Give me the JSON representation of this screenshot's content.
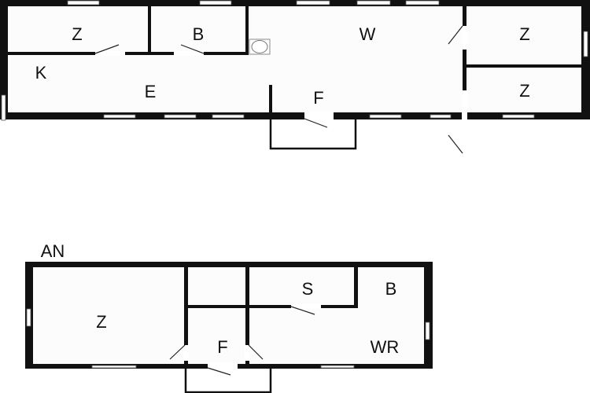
{
  "ground_floor": {
    "rooms": {
      "z1": "Z",
      "b": "B",
      "w": "W",
      "z2": "Z",
      "z3": "Z",
      "k": "K",
      "e": "E",
      "f": "F"
    }
  },
  "annex": {
    "title": "AN",
    "rooms": {
      "z": "Z",
      "s": "S",
      "b": "B",
      "f": "F",
      "wr": "WR"
    }
  }
}
